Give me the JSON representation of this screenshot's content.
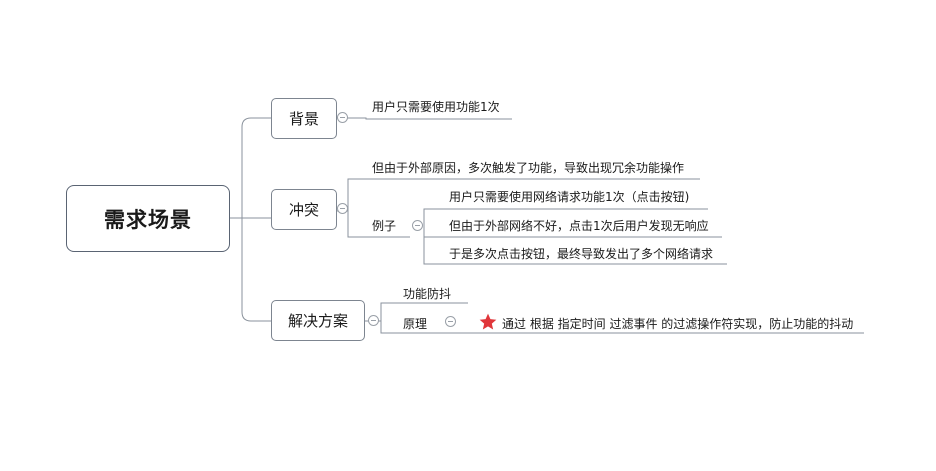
{
  "root": {
    "label": "需求场景"
  },
  "branches": {
    "background": {
      "label": "背景",
      "items": [
        "用户只需要使用功能1次"
      ]
    },
    "conflict": {
      "label": "冲突",
      "items": [
        "但由于外部原因，多次触发了功能，导致出现冗余功能操作"
      ],
      "example": {
        "label": "例子",
        "items": [
          "用户只需要使用网络请求功能1次（点击按钮)",
          "但由于外部网络不好，点击1次后用户发现无响应",
          "于是多次点击按钮，最终导致发出了多个网络请求"
        ]
      }
    },
    "solution": {
      "label": "解决方案",
      "items": [
        "功能防抖"
      ],
      "principle": {
        "label": "原理",
        "description": "通过 根据 指定时间 过滤事件 的过滤操作符实现，防止功能的抖动"
      }
    }
  },
  "colors": {
    "line": "#8a929c",
    "star": "#e0363a"
  },
  "icons": {
    "marker": "star-icon",
    "toggle": "collapse-icon"
  }
}
